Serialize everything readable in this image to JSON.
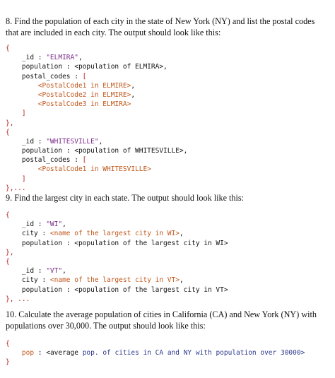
{
  "q8": {
    "text_line1": "8. Find the population of each city in the state of New York (NY) and list the postal codes",
    "text_line2": "that are included in each city. The output should look like this:",
    "code": [
      [
        {
          "t": "{",
          "c": "red"
        }
      ],
      [
        {
          "t": "    _id : ",
          "c": "black"
        },
        {
          "t": "\"ELMIRA\"",
          "c": "purple"
        },
        {
          "t": ",",
          "c": "black"
        }
      ],
      [
        {
          "t": "    population : <population of ELMIRA>,",
          "c": "black"
        }
      ],
      [
        {
          "t": "    postal_codes : ",
          "c": "black"
        },
        {
          "t": "[",
          "c": "red"
        }
      ],
      [
        {
          "t": "        ",
          "c": "black"
        },
        {
          "t": "<PostalCode1 in ELMIRE>",
          "c": "orange"
        },
        {
          "t": ",",
          "c": "black"
        }
      ],
      [
        {
          "t": "        ",
          "c": "black"
        },
        {
          "t": "<PostalCode2 in ELMIRE>",
          "c": "orange"
        },
        {
          "t": ",",
          "c": "black"
        }
      ],
      [
        {
          "t": "        ",
          "c": "black"
        },
        {
          "t": "<PostalCode3 in ELMIRA>",
          "c": "orange"
        }
      ],
      [
        {
          "t": "    ",
          "c": "black"
        },
        {
          "t": "]",
          "c": "red"
        }
      ],
      [
        {
          "t": "},",
          "c": "red"
        }
      ],
      [
        {
          "t": "{",
          "c": "red"
        }
      ],
      [
        {
          "t": "    _id : ",
          "c": "black"
        },
        {
          "t": "\"WHITESVILLE\"",
          "c": "purple"
        },
        {
          "t": ",",
          "c": "black"
        }
      ],
      [
        {
          "t": "    population : <population of WHITESVILLE>,",
          "c": "black"
        }
      ],
      [
        {
          "t": "    postal_codes : ",
          "c": "black"
        },
        {
          "t": "[",
          "c": "red"
        }
      ],
      [
        {
          "t": "        ",
          "c": "black"
        },
        {
          "t": "<PostalCode1 in WHITESVILLE>",
          "c": "orange"
        }
      ],
      [
        {
          "t": "    ",
          "c": "black"
        },
        {
          "t": "]",
          "c": "red"
        }
      ],
      [
        {
          "t": "},...",
          "c": "red"
        }
      ]
    ]
  },
  "q9": {
    "text_line1": "9. Find the largest city in each state. The output should look like this:",
    "code": [
      [
        {
          "t": "{",
          "c": "red"
        }
      ],
      [
        {
          "t": "    _id : ",
          "c": "black"
        },
        {
          "t": "\"WI\"",
          "c": "purple"
        },
        {
          "t": ",",
          "c": "black"
        }
      ],
      [
        {
          "t": "    city : ",
          "c": "black"
        },
        {
          "t": "<name of the largest city in WI>",
          "c": "orange"
        },
        {
          "t": ",",
          "c": "black"
        }
      ],
      [
        {
          "t": "    population : <population of the largest city in WI>",
          "c": "black"
        }
      ],
      [
        {
          "t": "},",
          "c": "red"
        }
      ],
      [
        {
          "t": "{",
          "c": "red"
        }
      ],
      [
        {
          "t": "    _id : ",
          "c": "black"
        },
        {
          "t": "\"VT\"",
          "c": "purple"
        },
        {
          "t": ",",
          "c": "black"
        }
      ],
      [
        {
          "t": "    city : ",
          "c": "black"
        },
        {
          "t": "<name of the largest city in VT>",
          "c": "orange"
        },
        {
          "t": ",",
          "c": "black"
        }
      ],
      [
        {
          "t": "    population : <population of the largest city in VT>",
          "c": "black"
        }
      ],
      [
        {
          "t": "}, ...",
          "c": "red"
        }
      ]
    ]
  },
  "q10": {
    "text_line1": "10. Calculate the average population of cities in California (CA) and New York (NY) with",
    "text_line2": "populations over 30,000.  The output should look like this:",
    "code": [
      [
        {
          "t": "{",
          "c": "red"
        }
      ],
      [
        {
          "t": "    ",
          "c": "black"
        },
        {
          "t": "pop",
          "c": "orange"
        },
        {
          "t": " : <average ",
          "c": "black"
        },
        {
          "t": "pop.",
          "c": "blue"
        },
        {
          "t": " of cities in CA and NY with population over 30000>",
          "c": "blue"
        }
      ],
      [
        {
          "t": "}",
          "c": "red"
        }
      ]
    ]
  }
}
